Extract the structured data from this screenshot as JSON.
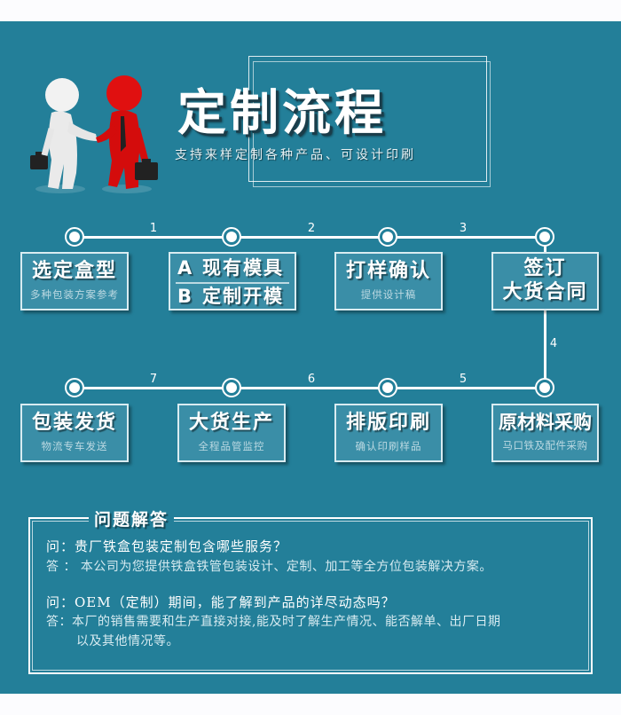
{
  "header": {
    "title": "定制流程",
    "subtitle": "支持来样定制各种产品、可设计印刷",
    "illustration": "handshake-figures"
  },
  "colors": {
    "background": "#237f99",
    "box_fill": "#3a8ea7",
    "line": "#ffffff",
    "figure_left": "#f2f2f2",
    "figure_right": "#e01010"
  },
  "process": {
    "steps": [
      {
        "num": "1",
        "title": "选定盒型",
        "subtitle": "多种包装方案参考"
      },
      {
        "num": "2",
        "option_a_tag": "A",
        "option_a": "现有模具",
        "option_b_tag": "B",
        "option_b": "定制开模"
      },
      {
        "num": "3",
        "title": "打样确认",
        "subtitle": "提供设计稿"
      },
      {
        "num": "4",
        "title_line1": "签订",
        "title_line2": "大货合同"
      },
      {
        "num": "5",
        "title": "原材料采购",
        "subtitle": "马口铁及配件采购"
      },
      {
        "num": "6",
        "title": "排版印刷",
        "subtitle": "确认印刷样品"
      },
      {
        "num": "7",
        "title": "大货生产",
        "subtitle": "全程品管监控"
      },
      {
        "title": "包装发货",
        "subtitle": "物流专车发送"
      }
    ],
    "connectors": [
      "1",
      "2",
      "3",
      "4",
      "5",
      "6",
      "7"
    ]
  },
  "faq": {
    "heading": "问题解答",
    "items": [
      {
        "q": "问：贵厂铁盒包装定制包含哪些服务？",
        "a": "答 ： 本公司为您提供铁盒铁管包装设计、定制、加工等全方位包装解决方案。"
      },
      {
        "q": "问：OEM（定制）期间，能了解到产品的详尽动态吗？",
        "a_line1": "答：本厂的销售需要和生产直接对接,能及时了解生产情况、能否解单、出厂日期",
        "a_line2": "以及其他情况等。"
      }
    ]
  }
}
